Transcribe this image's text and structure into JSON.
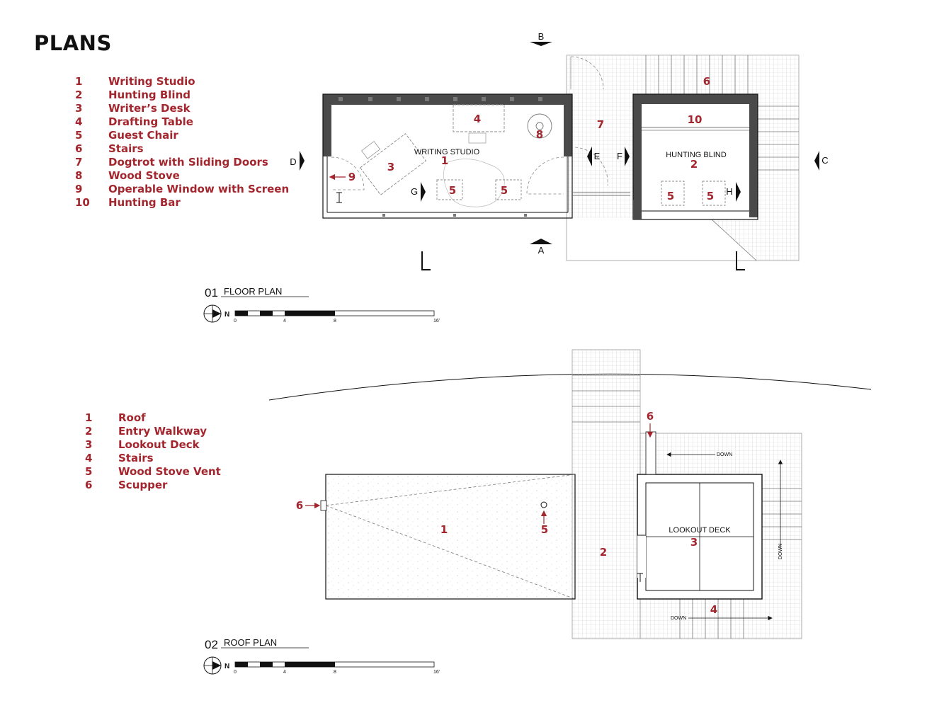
{
  "page_title": "PLANS",
  "floor_legend": [
    {
      "num": "1",
      "label": "Writing Studio"
    },
    {
      "num": "2",
      "label": "Hunting Blind"
    },
    {
      "num": "3",
      "label": "Writer’s Desk"
    },
    {
      "num": "4",
      "label": "Drafting Table"
    },
    {
      "num": "5",
      "label": "Guest Chair"
    },
    {
      "num": "6",
      "label": "Stairs"
    },
    {
      "num": "7",
      "label": "Dogtrot with Sliding Doors"
    },
    {
      "num": "8",
      "label": "Wood Stove"
    },
    {
      "num": "9",
      "label": "Operable Window with Screen"
    },
    {
      "num": "10",
      "label": "Hunting Bar"
    }
  ],
  "roof_legend": [
    {
      "num": "1",
      "label": "Roof"
    },
    {
      "num": "2",
      "label": "Entry Walkway"
    },
    {
      "num": "3",
      "label": "Lookout Deck"
    },
    {
      "num": "4",
      "label": "Stairs"
    },
    {
      "num": "5",
      "label": "Wood Stove Vent"
    },
    {
      "num": "6",
      "label": "Scupper"
    }
  ],
  "floor_plan": {
    "number": "01",
    "title": "FLOOR PLAN",
    "room_labels": {
      "studio": "WRITING STUDIO",
      "blind": "HUNTING BLIND"
    },
    "callouts": {
      "c1": "1",
      "c2": "2",
      "c3": "3",
      "c4": "4",
      "c5a": "5",
      "c5b": "5",
      "c5c": "5",
      "c5d": "5",
      "c6": "6",
      "c7": "7",
      "c8": "8",
      "c9": "9",
      "c10": "10"
    },
    "section_markers": {
      "a": "A",
      "b": "B",
      "c": "C",
      "d": "D",
      "e": "E",
      "f": "F",
      "g": "G",
      "h": "H"
    }
  },
  "roof_plan": {
    "number": "02",
    "title": "ROOF PLAN",
    "deck_label": "LOOKOUT DECK",
    "down_labels": [
      "DOWN",
      "DOWN",
      "DOWN"
    ],
    "callouts": {
      "c1": "1",
      "c2": "2",
      "c3": "3",
      "c4": "4",
      "c5": "5",
      "c6a": "6",
      "c6b": "6"
    }
  },
  "scale_bar": {
    "north": "N",
    "ticks": [
      "0",
      "4",
      "8",
      "16'"
    ]
  },
  "colors": {
    "accent": "#a3262e",
    "ink": "#111111",
    "wall": "#4a4a4a",
    "grid": "#cccccc"
  }
}
